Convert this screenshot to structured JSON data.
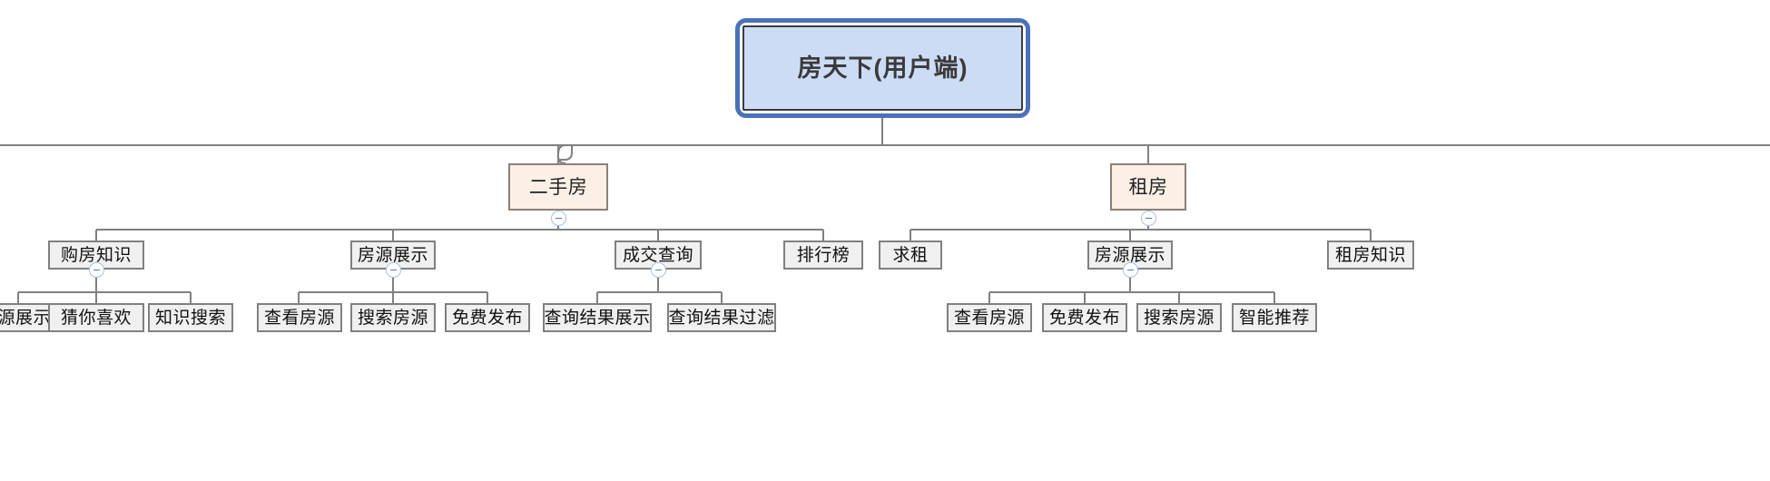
{
  "diagram": {
    "type": "mind-map-tree",
    "title": "房天下(用户端)",
    "orientation": "top-down",
    "colors": {
      "root_fill": "#cddcf5",
      "root_outer_border": "#4a72b8",
      "root_inner_border": "#3c3c3c",
      "level2_fill": "#fcf0e6",
      "level2_border": "#8a8178",
      "leaf_fill": "#f0f0f0",
      "leaf_border": "#808080",
      "edge_color": "#808080",
      "toggle_border": "#a8c0e0",
      "toggle_glyph": "#5878a8"
    }
  },
  "root": {
    "label": "房天下(用户端)"
  },
  "level2": [
    {
      "label": "二手房",
      "toggle": "collapse-minus"
    },
    {
      "label": "租房",
      "toggle": "collapse-minus"
    }
  ],
  "level3": [
    {
      "label": "购房知识",
      "toggle": "collapse-minus"
    },
    {
      "label": "房源展示",
      "toggle": "collapse-minus"
    },
    {
      "label": "成交查询",
      "toggle": "collapse-minus"
    },
    {
      "label": "排行榜",
      "toggle": null
    },
    {
      "label": "求租",
      "toggle": null
    },
    {
      "label": "房源展示",
      "toggle": "collapse-minus"
    },
    {
      "label": "租房知识",
      "toggle": null
    }
  ],
  "level4": [
    {
      "label": "房源展示"
    },
    {
      "label": "猜你喜欢"
    },
    {
      "label": "知识搜索"
    },
    {
      "label": "查看房源"
    },
    {
      "label": "搜索房源"
    },
    {
      "label": "免费发布"
    },
    {
      "label": "查询结果展示"
    },
    {
      "label": "查询结果过滤"
    },
    {
      "label": "查看房源"
    },
    {
      "label": "免费发布"
    },
    {
      "label": "搜索房源"
    },
    {
      "label": "智能推荐"
    }
  ]
}
